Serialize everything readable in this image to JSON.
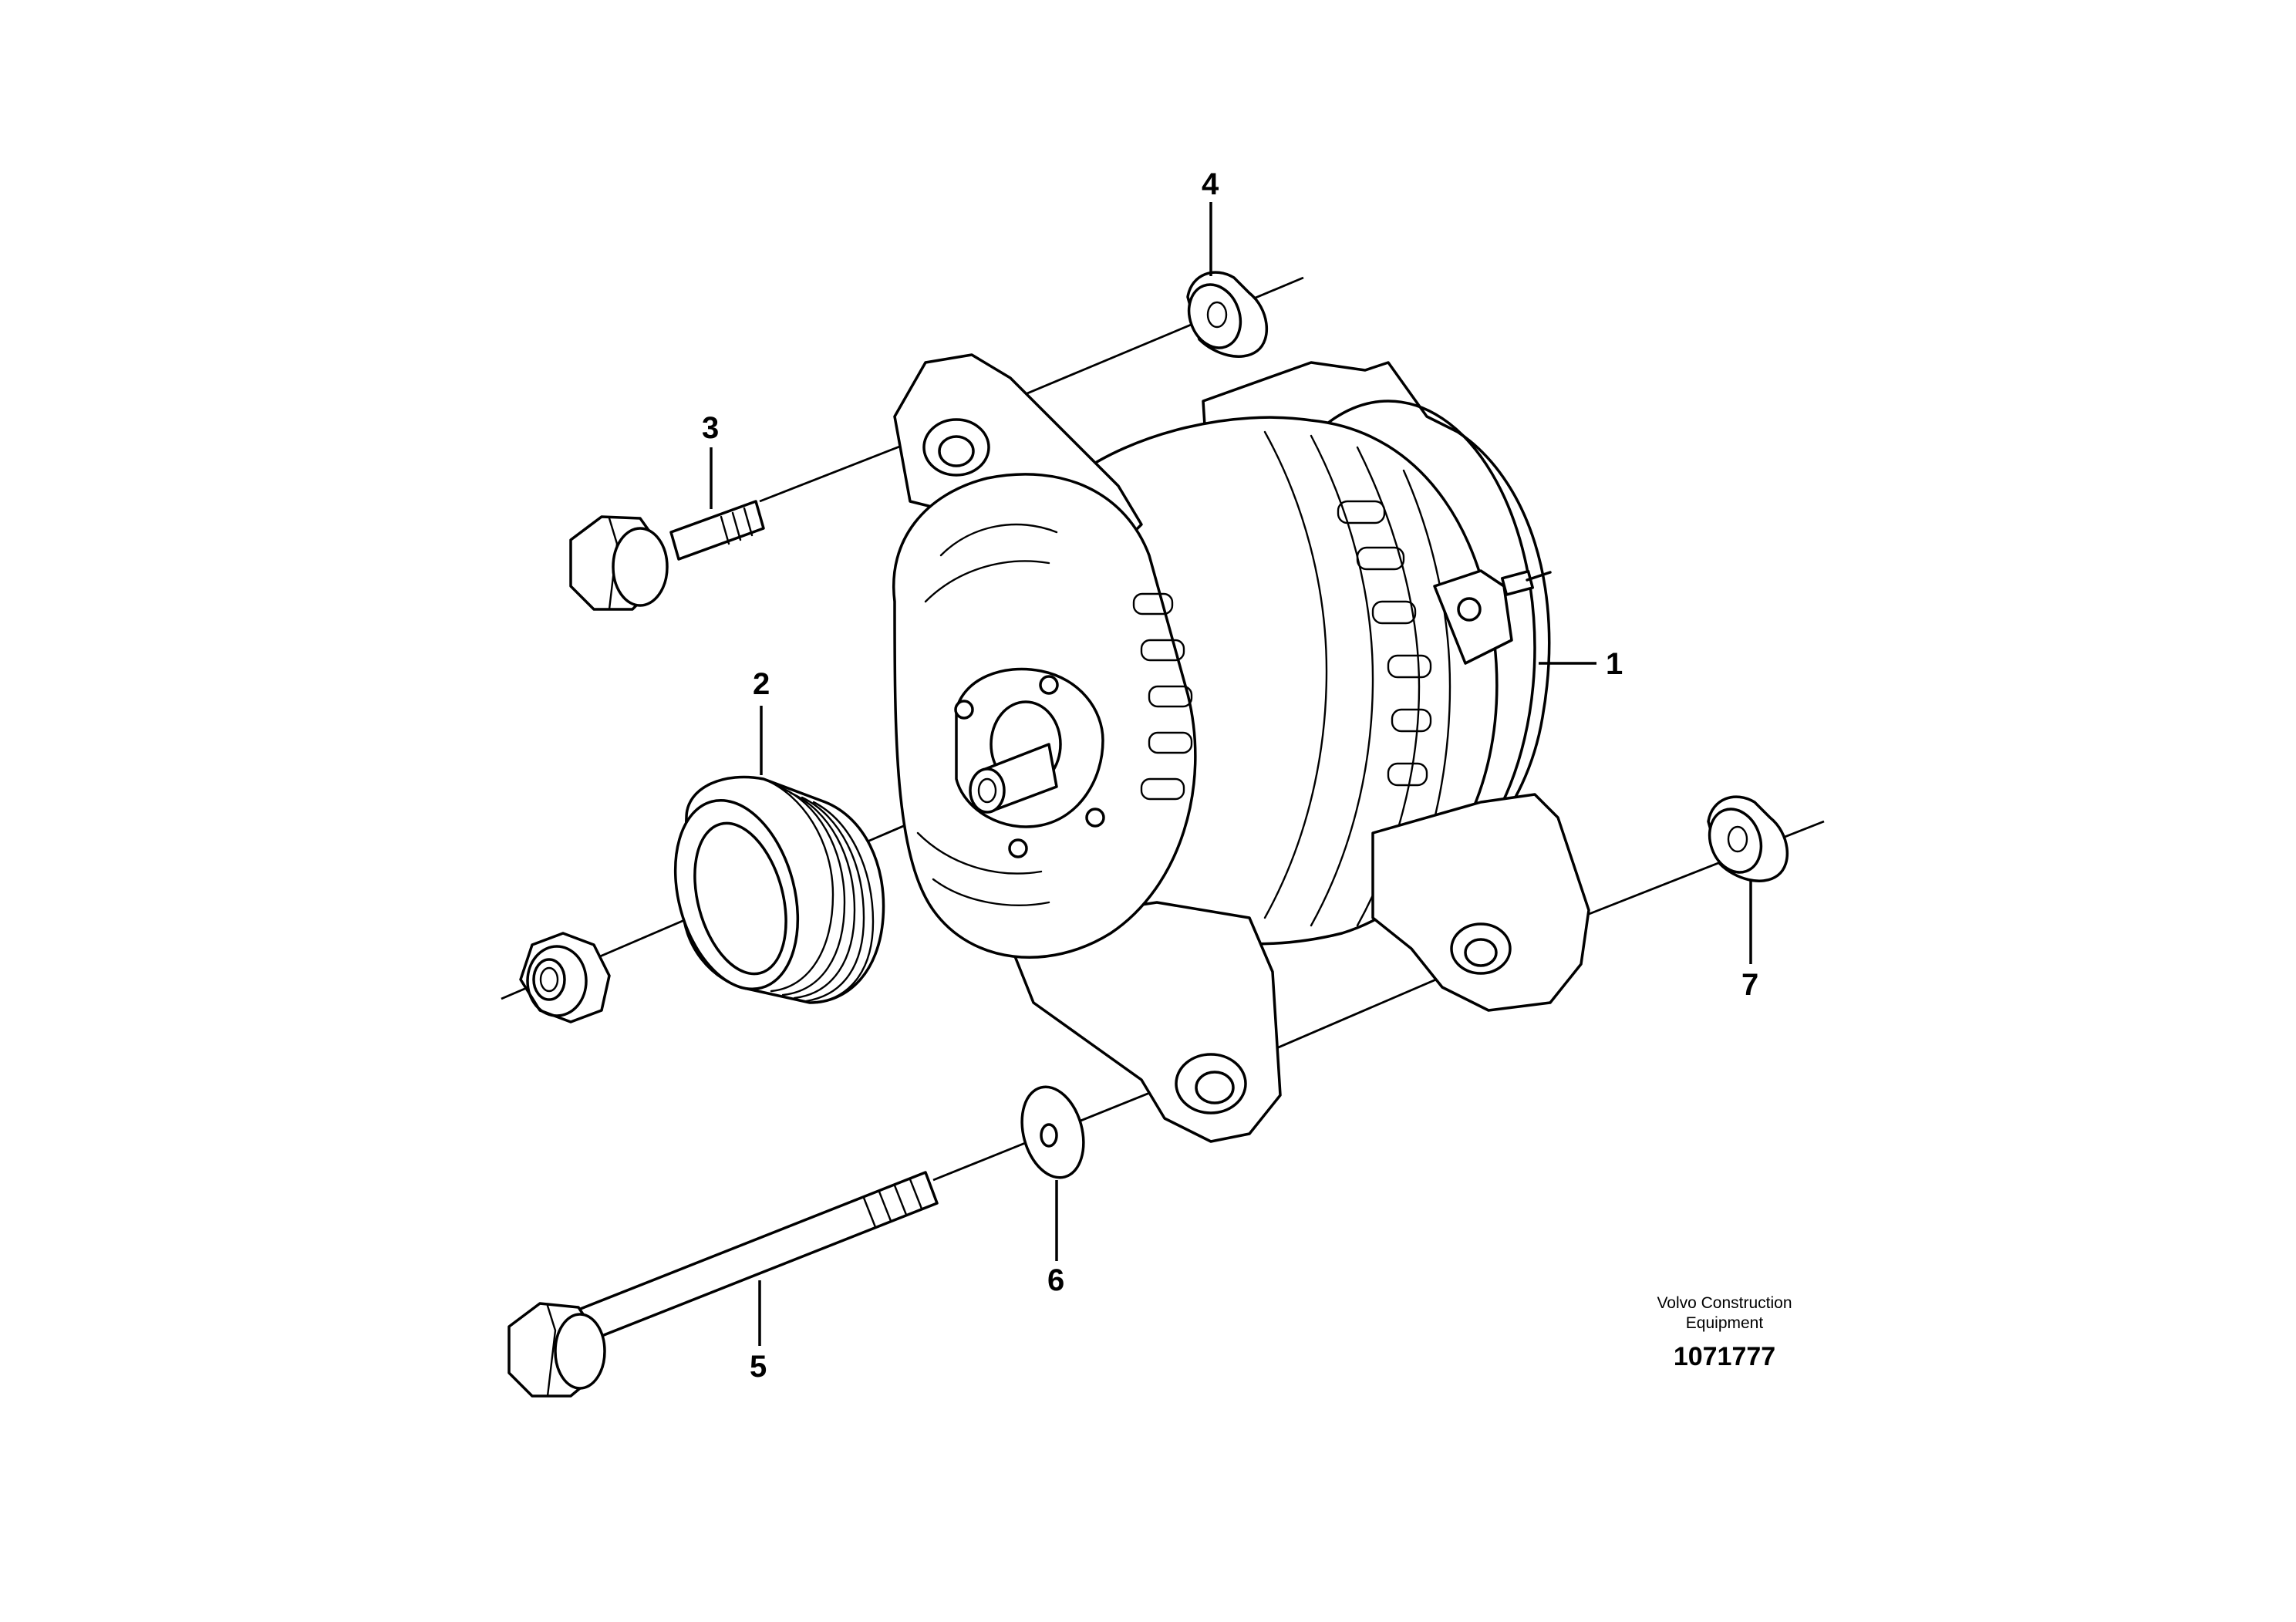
{
  "callouts": [
    {
      "id": "1",
      "part": "alternator"
    },
    {
      "id": "2",
      "part": "pulley"
    },
    {
      "id": "3",
      "part": "flange-bolt-short"
    },
    {
      "id": "4",
      "part": "flange-nut-upper"
    },
    {
      "id": "5",
      "part": "flange-bolt-long"
    },
    {
      "id": "6",
      "part": "washer"
    },
    {
      "id": "7",
      "part": "flange-nut-lower"
    }
  ],
  "footer": {
    "maker_line1": "Volvo Construction",
    "maker_line2": "Equipment",
    "doc_number": "1071777"
  }
}
